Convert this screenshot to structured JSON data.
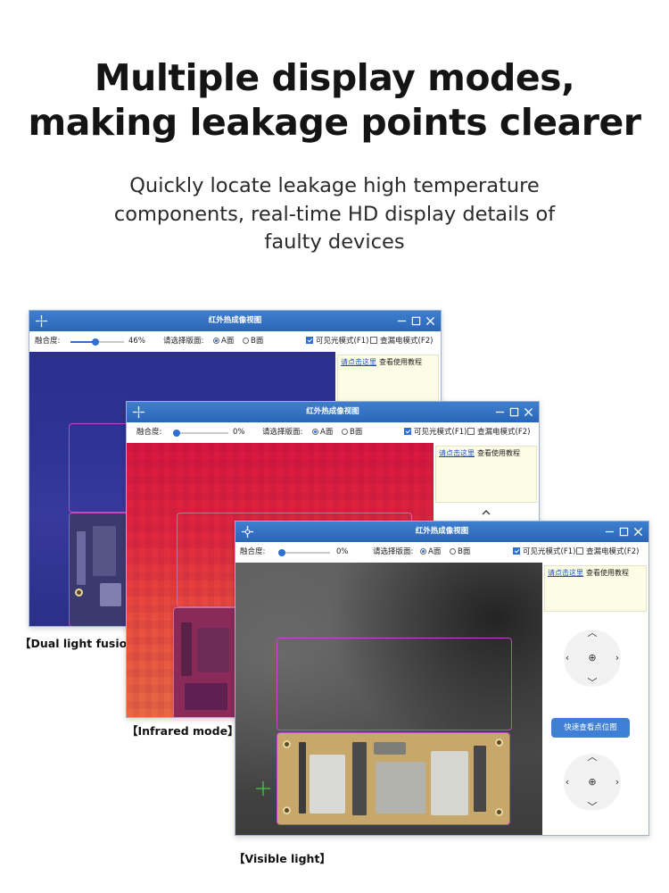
{
  "headline": {
    "line1": "Multiple display modes,",
    "line2": "making leakage points clearer"
  },
  "subheadline": {
    "line1": "Quickly locate leakage high temperature",
    "line2": "components, real-time HD display details of",
    "line3": "faulty devices"
  },
  "windows": [
    {
      "title": "红外热成像视图",
      "blend_label": "融合度:",
      "blend_value": "46%",
      "blend_fraction": 0.46,
      "side_label": "请选择版面:",
      "side_a": "A面",
      "side_b": "B面",
      "visible_mode": "可见光模式(F1)",
      "leak_mode": "查漏电模式(F2)",
      "help_link": "请点击这里",
      "help_text": "查看使用教程",
      "caption": "【Dual light fusion】"
    },
    {
      "title": "红外热成像视图",
      "blend_label": "融合度:",
      "blend_value": "0%",
      "blend_fraction": 0.0,
      "side_label": "请选择版面:",
      "side_a": "A面",
      "side_b": "B面",
      "visible_mode": "可见光模式(F1)",
      "leak_mode": "查漏电模式(F2)",
      "help_link": "请点击这里",
      "help_text": "查看使用教程",
      "caption": "【Infrared mode】"
    },
    {
      "title": "红外热成像视图",
      "blend_label": "融合度:",
      "blend_value": "0%",
      "blend_fraction": 0.0,
      "side_label": "请选择版面:",
      "side_a": "A面",
      "side_b": "B面",
      "visible_mode": "可见光模式(F1)",
      "leak_mode": "查漏电模式(F2)",
      "help_link": "请点击这里",
      "help_text": "查看使用教程",
      "quick_button": "快速查看点位图",
      "caption": "【Visible light】"
    }
  ],
  "icons": {
    "app": "crosshair-icon",
    "minimize": "minimize-icon",
    "maximize": "maximize-icon",
    "close": "close-icon"
  },
  "colors": {
    "titlebar": "#2f6fc4",
    "accent": "#2f6fd0",
    "outline": "#c04bc0"
  }
}
